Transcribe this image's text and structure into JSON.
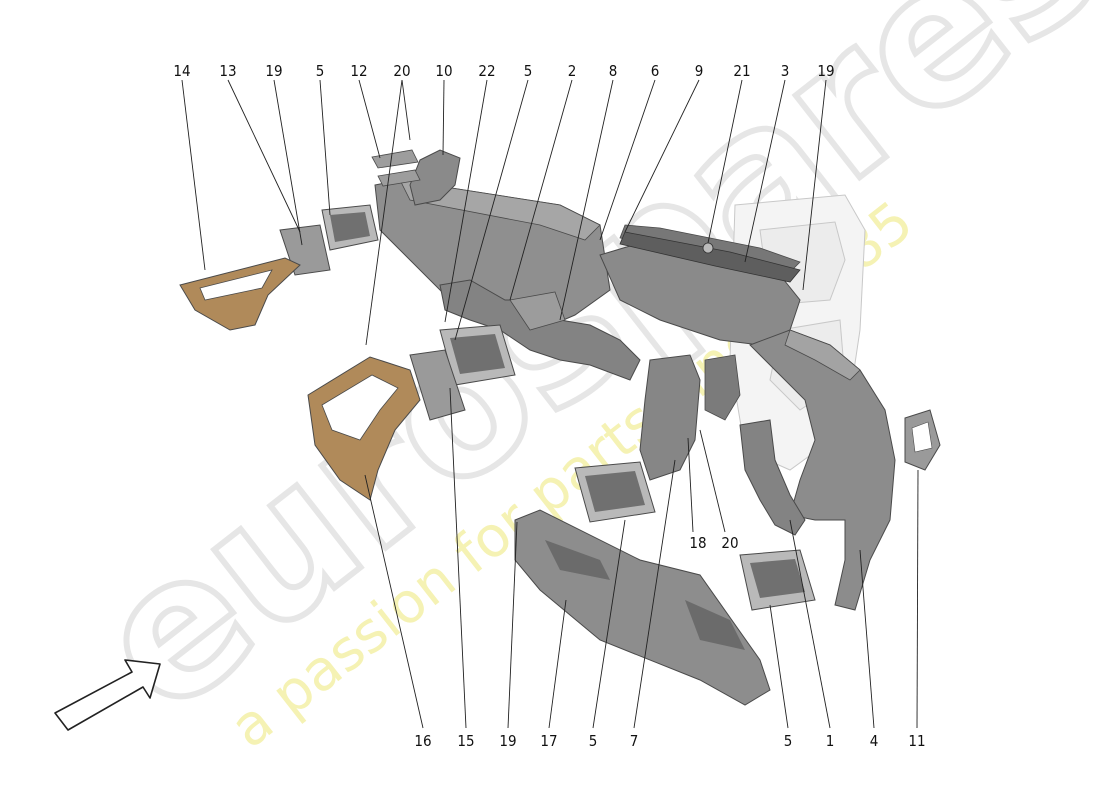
{
  "diagram": {
    "callouts_top": [
      {
        "label": "14"
      },
      {
        "label": "13"
      },
      {
        "label": "19"
      },
      {
        "label": "5"
      },
      {
        "label": "12"
      },
      {
        "label": "20"
      },
      {
        "label": "10"
      },
      {
        "label": "22"
      },
      {
        "label": "5"
      },
      {
        "label": "2"
      },
      {
        "label": "8"
      },
      {
        "label": "6"
      },
      {
        "label": "9"
      },
      {
        "label": "21"
      },
      {
        "label": "3"
      },
      {
        "label": "19"
      }
    ],
    "callouts_bottom": [
      {
        "label": "16"
      },
      {
        "label": "15"
      },
      {
        "label": "19"
      },
      {
        "label": "17"
      },
      {
        "label": "5"
      },
      {
        "label": "7"
      },
      {
        "label": "5"
      },
      {
        "label": "1"
      },
      {
        "label": "4"
      },
      {
        "label": "11"
      }
    ],
    "callouts_mid": [
      {
        "label": "18"
      },
      {
        "label": "20"
      }
    ]
  },
  "watermark": {
    "brand": "eurospares",
    "tagline": "a passion for parts since 1985"
  },
  "colors": {
    "duct": "#8f8f8f",
    "duct_light": "#a6a6a6",
    "duct_dark": "#6e6e6e",
    "trim": "#b08a5a",
    "trim_light": "#c9a374",
    "watermark_grey": "#e4e4e4",
    "watermark_yellow": "#f3f0a8"
  }
}
